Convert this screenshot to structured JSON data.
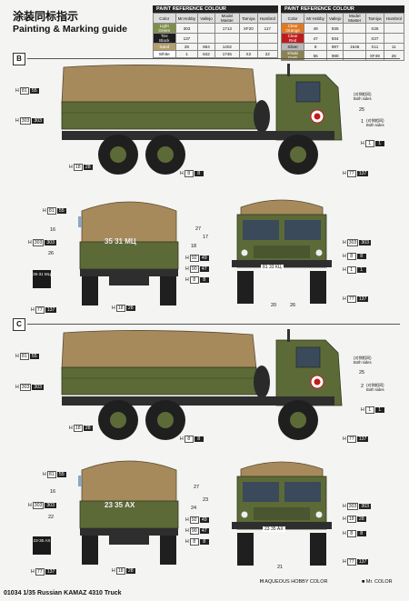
{
  "page": {
    "title_cn": "涂装同标指示",
    "title_en": "Painting & Marking guide",
    "footer": "01034 1/35 Russian KAMAZ 4310 Truck"
  },
  "paint_tables": [
    {
      "header": "PAINT REFERENCE COLOUR",
      "columns": [
        "Color",
        "Mr.Hobby",
        "Vallejo",
        "Model Master",
        "Tamiya",
        "Humbrol"
      ],
      "rows": [
        {
          "name": "Light Green",
          "swatch": "#7f8f4e",
          "code": "303",
          "vallejo": "",
          "mm": "1713",
          "tamiya": "XF20",
          "humbrol": "117"
        },
        {
          "name": "Tire Black",
          "swatch": "#1d1d1d",
          "code": "137",
          "vallejo": "",
          "mm": "",
          "tamiya": "",
          "humbrol": ""
        },
        {
          "name": "Sand",
          "swatch": "#b39f6c",
          "code": "28",
          "vallejo": "864",
          "mm": "1402",
          "tamiya": "",
          "humbrol": ""
        },
        {
          "name": "White",
          "swatch": "#ffffff",
          "code": "1",
          "vallejo": "842",
          "mm": "1745",
          "tamiya": "X2",
          "humbrol": "22"
        }
      ]
    },
    {
      "header": "PAINT REFERENCE COLOUR",
      "columns": [
        "Color",
        "Mr.Hobby",
        "Vallejo",
        "Model Master",
        "Tamiya",
        "Humbrol"
      ],
      "rows": [
        {
          "name": "Clear Orange",
          "swatch": "#e07a22",
          "code": "49",
          "vallejo": "935",
          "mm": "",
          "tamiya": "X26",
          "humbrol": ""
        },
        {
          "name": "Clear Red",
          "swatch": "#c01c1c",
          "code": "47",
          "vallejo": "934",
          "mm": "",
          "tamiya": "X27",
          "humbrol": ""
        },
        {
          "name": "Silver",
          "swatch": "#b9b9b9",
          "code": "8",
          "vallejo": "997",
          "mm": "1546",
          "tamiya": "X11",
          "humbrol": "11"
        },
        {
          "name": "Khaki Drab",
          "swatch": "#8a8250",
          "code": "55",
          "vallejo": "988",
          "mm": "",
          "tamiya": "XF49",
          "humbrol": "26"
        }
      ]
    }
  ],
  "sections": [
    {
      "id": "B",
      "side_plate": "",
      "rear_plate": "35 31 МЦ",
      "front_plate": "81 33 КЦ",
      "rear_marking": "35-31 МЦ",
      "side_callouts": [
        "25",
        "1"
      ],
      "side_notes": [
        "(对侧相同)",
        "Both sides",
        "(对侧相同)",
        "Both sides"
      ],
      "rear_numbers": [
        "16",
        "26",
        "27",
        "17",
        "18"
      ],
      "front_numbers": [
        "20",
        "26"
      ]
    },
    {
      "id": "C",
      "side_plate": "",
      "rear_plate": "23 35 АХ",
      "front_plate": "23 35 АХ",
      "rear_marking": "23-35 АХ",
      "side_callouts": [
        "25",
        "2"
      ],
      "side_notes": [
        "(对侧相同)",
        "Both sides",
        "(对侧相同)",
        "Both sides"
      ],
      "rear_numbers": [
        "16",
        "22",
        "27",
        "23",
        "24"
      ],
      "front_numbers": [
        "21"
      ]
    }
  ],
  "tags": {
    "h81": {
      "h": "H",
      "code": "81",
      "dark": "55"
    },
    "h303": {
      "h": "H",
      "code": "303",
      "dark": "303"
    },
    "h18": {
      "h": "H",
      "code": "18",
      "dark": "28"
    },
    "h8": {
      "h": "H",
      "code": "8",
      "dark": "8"
    },
    "h77": {
      "h": "H",
      "code": "77",
      "dark": "137"
    },
    "h1": {
      "h": "H",
      "code": "1",
      "dark": "1"
    },
    "h92": {
      "h": "H",
      "code": "92",
      "dark": "49"
    },
    "h90": {
      "h": "H",
      "code": "90",
      "dark": "47"
    }
  },
  "legend": {
    "h_label": "H",
    "h_text": "AQUEOUS HOBBY COLOR",
    "m_label": "■",
    "m_text": "Mr. COLOR"
  }
}
